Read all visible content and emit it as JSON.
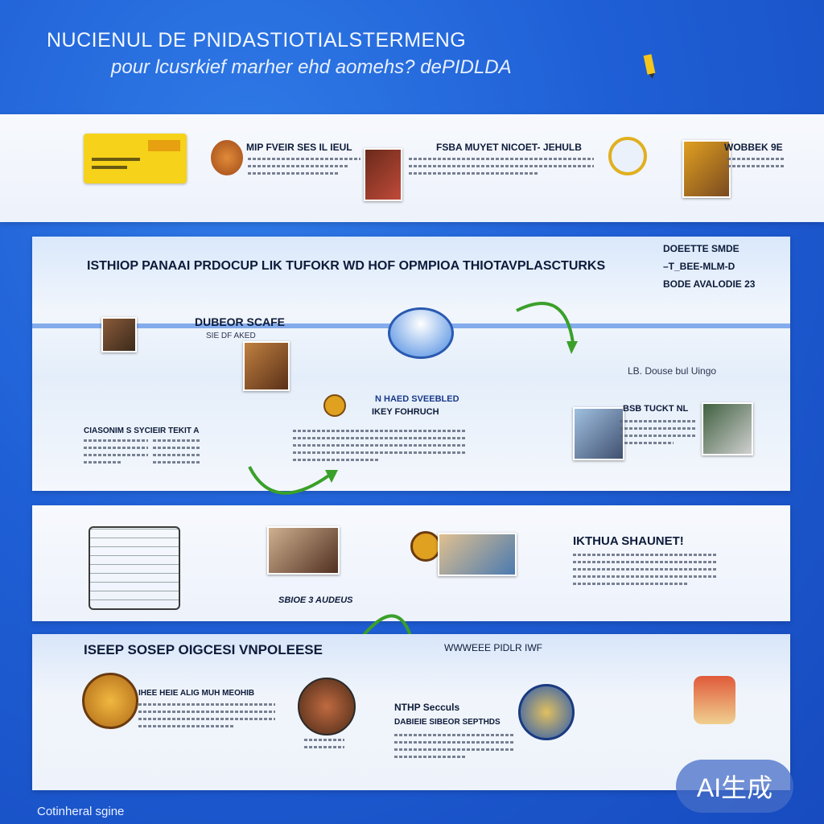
{
  "header": {
    "title": "NUCIENUL DE PNIDASTIOTIALSTERMENG",
    "subtitle": "pour lcusrkief marher ehd aomehs? dePIDLDA"
  },
  "row1": {
    "item1": "MIP FVEIR SES IL IEUL",
    "item2": "FSBA MUYET NICOET- JEHULB",
    "item3": "WOBBEK 9E"
  },
  "section2": {
    "title": "ISTHIOP PANAAI PRDOCUP LIK TUFOKR WD HOF OPMPIOA THIOTAVPLASCTURKS",
    "side_lines": [
      "DOEETTE SMDE",
      "–T_BEE-MLM-D",
      "BODE AVALODIE 23"
    ],
    "label_under": "DUBEOR SCAFE",
    "label_sub": "SIE DF AKED",
    "label_key1": "N HAED SVEEBLED",
    "label_key2": "IKEY FOHRUCH",
    "label_right": "LB. Douse bul Uingo",
    "label_left": "CIASONIM S SYCIEIR TEKIT A",
    "label_right2": "BSB TUCKT NL"
  },
  "section3": {
    "title": "IKTHUA SHAUNET!",
    "label_lower": "SBIOE 3 AUDEUS"
  },
  "section4": {
    "title": "ISEEP SOSEP OIGCESI VNPOLEESE",
    "label_center": "WWWEEE PIDLR IWF",
    "label_left": "IHEE HEIE ALIG MUH MEOHIB",
    "label_mid": "NTHP Secculs",
    "label_mid2": "DABIEIE SIBEOR SEPTHDS"
  },
  "footer": {
    "text": "Cotinheral sgine"
  },
  "badge": {
    "text": "AI生成"
  },
  "colors": {
    "accent": "#1f5fd6",
    "arrow": "#3aa02a",
    "highlight": "#f2c21a"
  }
}
